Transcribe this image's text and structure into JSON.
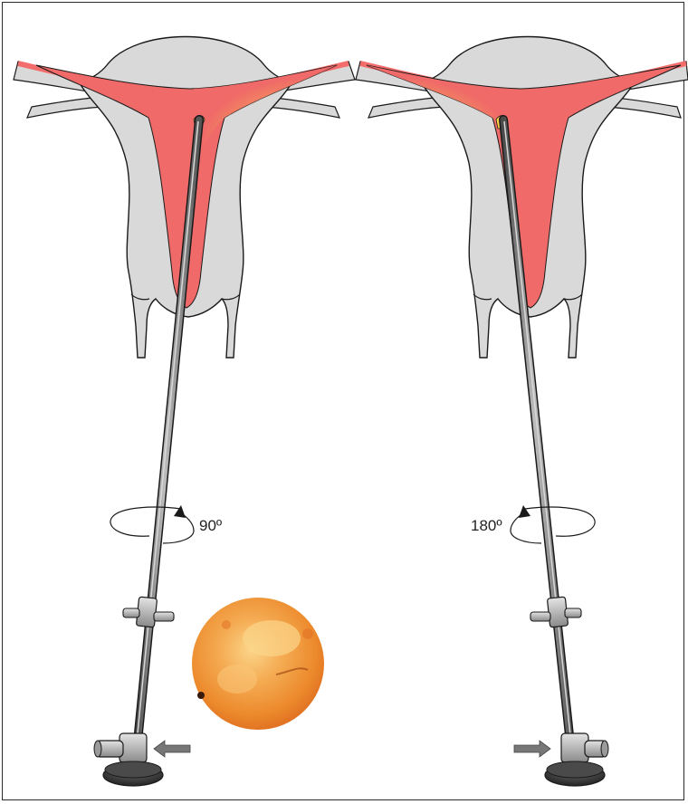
{
  "figure": {
    "panels": [
      {
        "id": "left",
        "rotation_label": "90º",
        "rotation_direction": "clockwise",
        "arrow_direction": "left"
      },
      {
        "id": "right",
        "rotation_label": "180º",
        "rotation_direction": "counterclockwise",
        "arrow_direction": "right"
      }
    ],
    "colors": {
      "uterus_fill": "#d9d9d9",
      "uterus_outline": "#1a1a1a",
      "cavity_red": "#ef6a68",
      "tube_lining": "#f26d6b",
      "light_glow": "#ffd24a",
      "scope_shaft": "#7a7a7a",
      "scope_dark": "#3a3a3a",
      "endoscopic_view": "#ef8a2a",
      "arrow": "#777777"
    },
    "icons": [
      "rotation-arrow-icon",
      "direction-arrow-icon"
    ]
  }
}
